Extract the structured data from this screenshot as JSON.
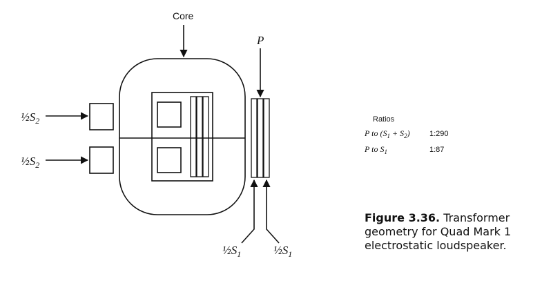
{
  "labels": {
    "core": "Core",
    "p": "P",
    "half": "½",
    "s": "S",
    "sub_2": "2",
    "sub_1": "1"
  },
  "ratios": {
    "title": "Ratios",
    "row1_label_pre": "P to (S",
    "row1_label_sub1": "1",
    "row1_label_mid": " + S",
    "row1_label_sub2": "2",
    "row1_label_post": ")",
    "row1_value": "1:290",
    "row2_label_pre": "P to S",
    "row2_label_sub": "1",
    "row2_value": "1:87"
  },
  "caption": {
    "figure": "Figure 3.36.",
    "text": " Transformer geometry for Quad Mark 1 electrostatic loudspeaker."
  }
}
